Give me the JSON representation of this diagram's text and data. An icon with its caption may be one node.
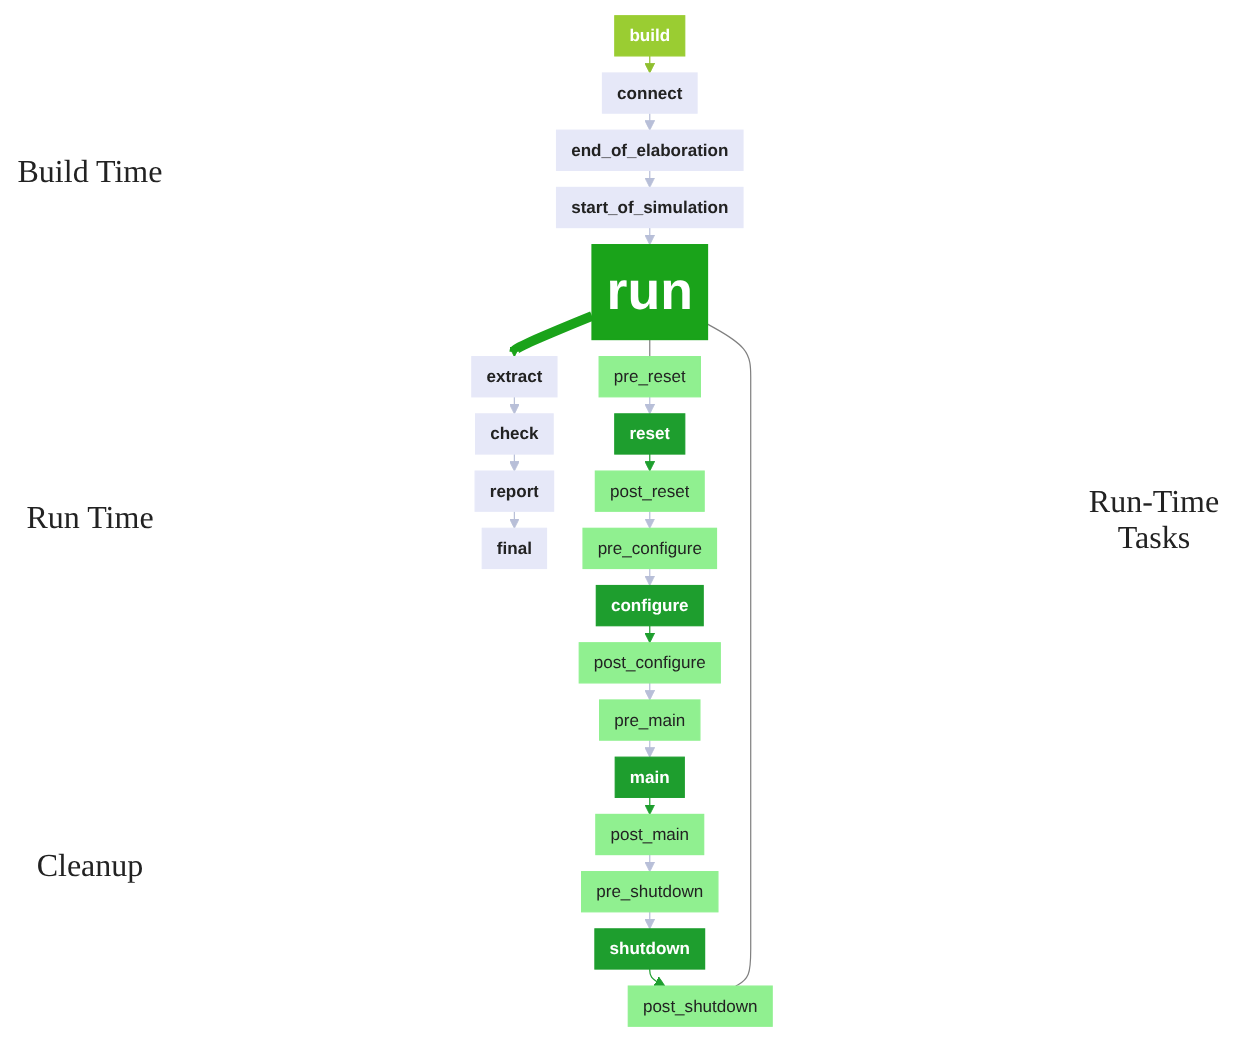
{
  "diagram": {
    "nodes": [
      {
        "text": [
          "build"
        ]
      },
      {
        "text": [
          "connect"
        ]
      },
      {
        "text": [
          "end_of_elaboration"
        ]
      },
      {
        "text": [
          "start_of_simulation"
        ]
      },
      {
        "text": [
          "run"
        ]
      },
      {
        "text": [
          "extract"
        ]
      },
      {
        "text": [
          "check"
        ]
      },
      {
        "text": [
          "report"
        ]
      },
      {
        "text": [
          "final"
        ]
      },
      {
        "text": [
          "pre_reset"
        ]
      },
      {
        "text": [
          "reset"
        ]
      },
      {
        "text": [
          "post_reset"
        ]
      },
      {
        "text": [
          "pre_configure"
        ]
      },
      {
        "text": [
          "configure"
        ]
      },
      {
        "text": [
          "post_configure"
        ]
      },
      {
        "text": [
          "pre_main"
        ]
      },
      {
        "text": [
          "main"
        ]
      },
      {
        "text": [
          "post_main"
        ]
      },
      {
        "text": [
          "pre_shutdown"
        ]
      },
      {
        "text": [
          "shutdown"
        ]
      },
      {
        "text": [
          "post_shutdown"
        ]
      }
    ],
    "edges": [
      {
        "from": 0,
        "to": 1,
        "arrow": "to",
        "color": "#8fbf2f"
      },
      {
        "from": 1,
        "to": 2,
        "arrow": "to"
      },
      {
        "from": 2,
        "to": 3,
        "arrow": "to"
      },
      {
        "from": 3,
        "to": 4,
        "arrow": "to"
      },
      {
        "from": 4,
        "to": 5,
        "arrow": "to",
        "style": "thick",
        "color": "#1aa31a"
      },
      {
        "from": 5,
        "to": 6,
        "arrow": "to"
      },
      {
        "from": 6,
        "to": 7,
        "arrow": "to"
      },
      {
        "from": 7,
        "to": 8,
        "arrow": "to"
      },
      {
        "from": 9,
        "to": 10,
        "arrow": "to"
      },
      {
        "from": 10,
        "to": 11,
        "arrow": "to",
        "color": "#1e9e2e"
      },
      {
        "from": 11,
        "to": 12,
        "arrow": "to"
      },
      {
        "from": 12,
        "to": 13,
        "arrow": "to"
      },
      {
        "from": 13,
        "to": 14,
        "arrow": "to",
        "color": "#1e9e2e"
      },
      {
        "from": 14,
        "to": 15,
        "arrow": "to"
      },
      {
        "from": 15,
        "to": 16,
        "arrow": "to"
      },
      {
        "from": 16,
        "to": 17,
        "arrow": "to",
        "color": "#1e9e2e"
      },
      {
        "from": 17,
        "to": 18,
        "arrow": "to"
      },
      {
        "from": 18,
        "to": 19,
        "arrow": "to"
      },
      {
        "from": 19,
        "to": 20,
        "arrow": "to",
        "color": "#1e9e2e"
      },
      {
        "from": 4,
        "to": 9,
        "arrow": "none",
        "color": "#808080"
      },
      {
        "from": 4,
        "to": 20,
        "arrow": "none",
        "color": "#808080"
      }
    ],
    "labels": [
      "Build Time",
      "Run Time",
      "Cleanup",
      "Run-Time Tasks"
    ]
  }
}
